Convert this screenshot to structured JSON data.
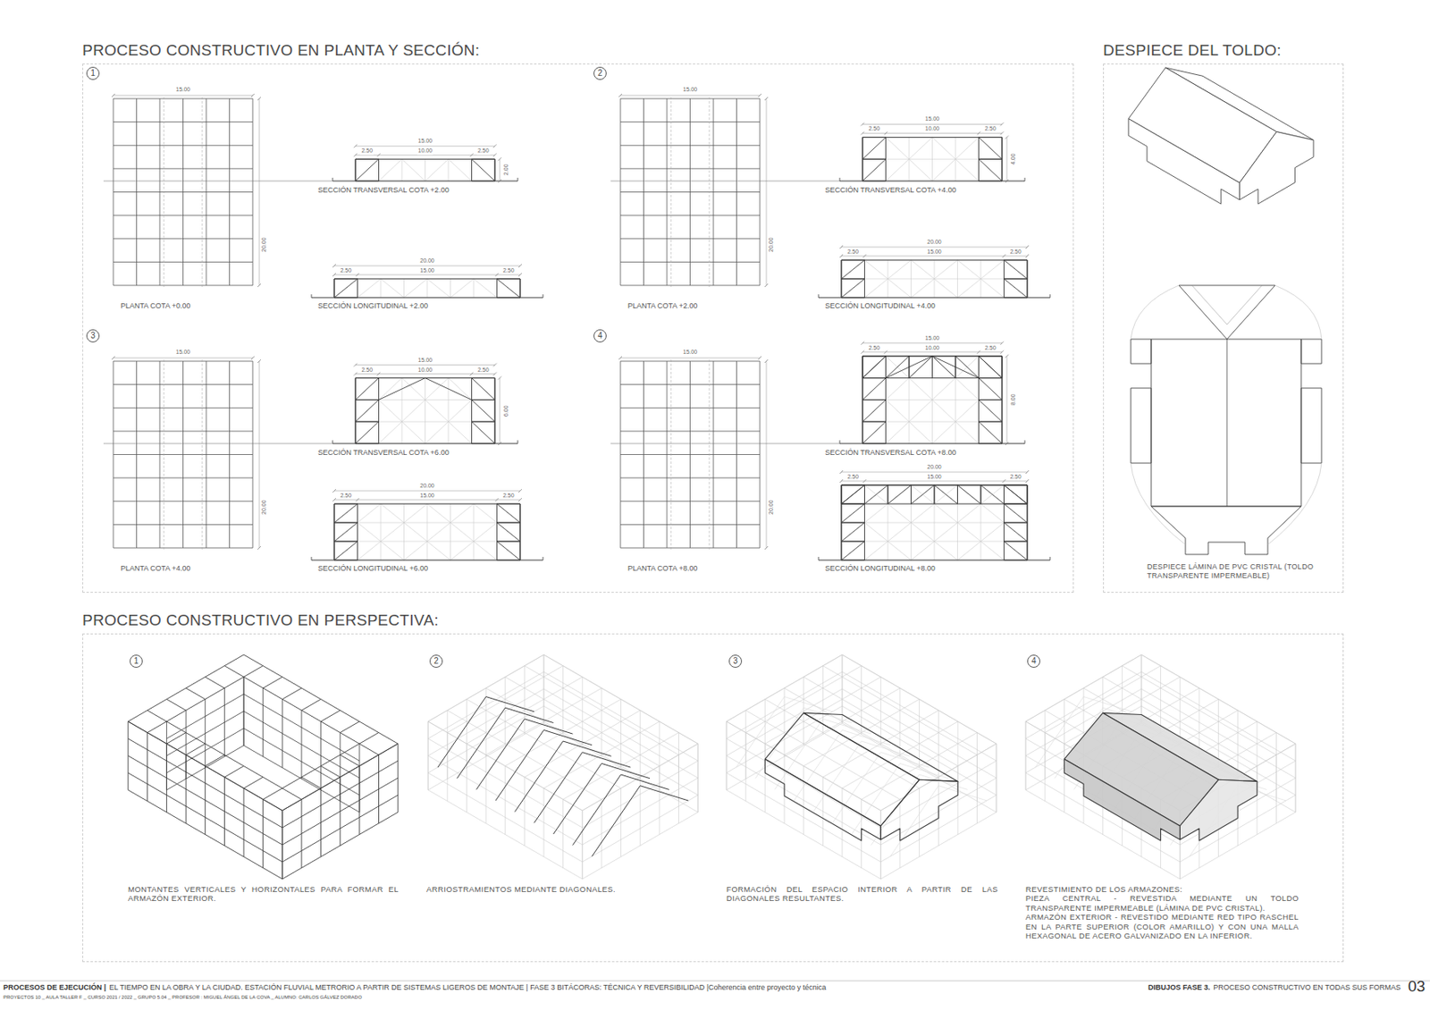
{
  "diagram": {
    "nodes": [
      {
        "text": [
          "PROCESO CONSTRUCTIVO EN PLANTA Y SECCIÓN:"
        ]
      },
      {
        "text": [
          "DESPIECE DEL TOLDO:"
        ]
      },
      {
        "text": [
          "PROCESO CONSTRUCTIVO EN PERSPECTIVA:"
        ]
      }
    ],
    "labels": [
      "1",
      "PLANTA COTA +0.00",
      "SECCIÓN TRANSVERSAL COTA +2.00",
      "SECCIÓN LONGITUDINAL +2.00",
      "15.00",
      "20.00",
      "15.00",
      "2.50",
      "10.00",
      "2.50",
      "2.00",
      "20.00",
      "2.50",
      "15.00",
      "2.50",
      "2",
      "PLANTA COTA +2.00",
      "SECCIÓN TRANSVERSAL COTA +4.00",
      "SECCIÓN LONGITUDINAL +4.00",
      "15.00",
      "20.00",
      "15.00",
      "2.50",
      "10.00",
      "2.50",
      "4.00",
      "20.00",
      "2.50",
      "15.00",
      "2.50",
      "3",
      "PLANTA COTA +4.00",
      "SECCIÓN TRANSVERSAL COTA +6.00",
      "SECCIÓN LONGITUDINAL +6.00",
      "15.00",
      "20.00",
      "15.00",
      "2.50",
      "10.00",
      "2.50",
      "6.00",
      "20.00",
      "2.50",
      "15.00",
      "2.50",
      "4",
      "PLANTA COTA +8.00",
      "SECCIÓN TRANSVERSAL COTA +8.00",
      "SECCIÓN LONGITUDINAL +8.00",
      "15.00",
      "20.00",
      "15.00",
      "2.50",
      "10.00",
      "2.50",
      "8.00",
      "20.00",
      "2.50",
      "15.00",
      "2.50",
      "DESPIECE LÁMINA DE PVC CRISTAL (TOLDO TRANSPARENTE IMPERMEABLE)",
      "1",
      "MONTANTES VERTICALES Y HORIZONTALES PARA FORMAR EL ARMAZÓN EXTERIOR.",
      "2",
      "ARRIOSTRAMIENTOS MEDIANTE DIAGONALES.",
      "3",
      "FORMACIÓN DEL ESPACIO INTERIOR A PARTIR DE LAS DIAGONALES RESULTANTES.",
      "4",
      "REVESTIMIENTO DE LOS ARMAZONES:",
      "PIEZA CENTRAL - REVESTIDA MEDIANTE UN TOLDO TRANSPARENTE IMPERMEABLE (LÁMINA DE PVC CRISTAL).",
      "ARMAZÓN EXTERIOR - REVESTIDO MEDIANTE RED TIPO RASCHEL EN LA PARTE SUPERIOR (COLOR AMARILLO) Y CON UNA MALLA HEXAGONAL DE ACERO GALVANIZADO EN LA INFERIOR.",
      "PROCESOS DE EJECUCIÓN |",
      "EL TIEMPO EN LA OBRA Y LA CIUDAD. ESTACIÓN FLUVIAL METRORIO A PARTIR DE SISTEMAS LIGEROS DE MONTAJE | FASE 3 BITÁCORAS: TÉCNICA Y REVERSIBILIDAD |Coherencia entre proyecto y técnica",
      "PROYECTOS 10 _ AULA TALLER F _ CURSO 2021 / 2022 _ GRUPO 5.04 _ PROFESOR : MIGUEL ÁNGEL DE LA COVA _ ALUMNO: CARLOS GÁLVEZ DORADO",
      "DIBUJOS FASE 3.",
      "PROCESO CONSTRUCTIVO EN TODAS SUS FORMAS",
      "03"
    ]
  }
}
